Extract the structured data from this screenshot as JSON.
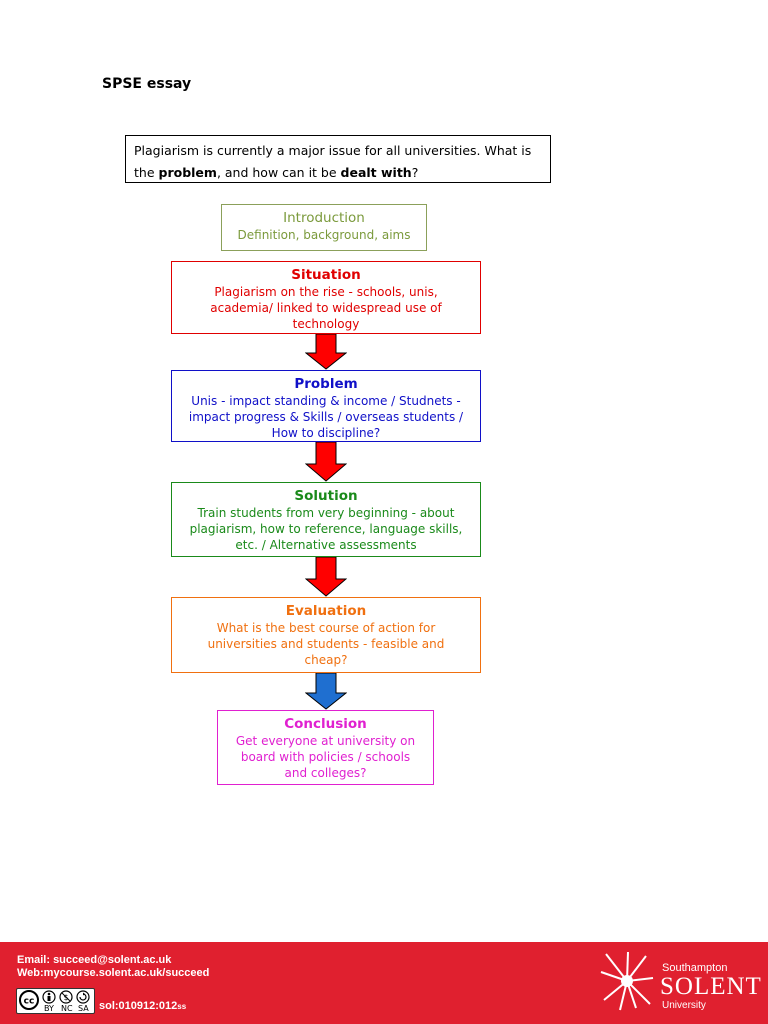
{
  "title": "SPSE essay",
  "question": {
    "part1": "Plagiarism is currently a major issue for all universities. What is the ",
    "bold1": "problem",
    "part2": ", and how can it be ",
    "bold2": "dealt with",
    "part3": "?"
  },
  "boxes": {
    "introduction": {
      "heading": "Introduction",
      "text": "Definition, background, aims"
    },
    "situation": {
      "heading": "Situation",
      "text": "Plagiarism on the rise - schools, unis, academia/ linked to widespread use of technology"
    },
    "problem": {
      "heading": "Problem",
      "text": "Unis - impact standing & income / Studnets - impact progress & Skills / overseas students / How to discipline?"
    },
    "solution": {
      "heading": "Solution",
      "text": "Train students from very beginning - about plagiarism, how to reference, language skills, etc. / Alternative assessments"
    },
    "evaluation": {
      "heading": "Evaluation",
      "text": "What is the best course of action for universities and students - feasible and cheap?"
    },
    "conclusion": {
      "heading": "Conclusion",
      "text": "Get everyone at university on board with policies / schools and colleges?"
    }
  },
  "colors": {
    "introduction": "#7b9a3c",
    "situation": "#e00000",
    "problem": "#1010c8",
    "solution": "#1a8a1a",
    "evaluation": "#f07010",
    "conclusion": "#e020d0",
    "arrow_red": "#ff0000",
    "arrow_blue": "#1f6fd0",
    "footer": "#e0202f"
  },
  "footer": {
    "email": "Email: succeed@solent.ac.uk",
    "web": "Web:mycourse.solent.ac.uk/succeed",
    "code": "sol:010912:012",
    "code_suffix": "ss",
    "cc_badge": {
      "by": "BY",
      "nc": "NC",
      "sa": "SA"
    },
    "logo": {
      "line1": "Southampton",
      "line2": "SOLENT",
      "line3": "University"
    }
  }
}
